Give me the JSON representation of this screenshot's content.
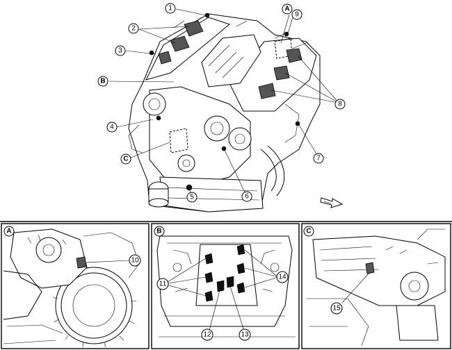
{
  "main_callouts": [
    {
      "id": "c1",
      "label": "1"
    },
    {
      "id": "c2",
      "label": "2"
    },
    {
      "id": "c3",
      "label": "3"
    },
    {
      "id": "c4",
      "label": "4"
    },
    {
      "id": "c5",
      "label": "5"
    },
    {
      "id": "c6",
      "label": "6"
    },
    {
      "id": "c7",
      "label": "7"
    },
    {
      "id": "c8",
      "label": "8"
    },
    {
      "id": "c9",
      "label": "9"
    },
    {
      "id": "cA",
      "label": "A"
    },
    {
      "id": "cB",
      "label": "B"
    },
    {
      "id": "cC",
      "label": "C"
    }
  ],
  "detail_panels": [
    {
      "id": "A",
      "label": "A",
      "callouts": [
        {
          "label": "10"
        }
      ]
    },
    {
      "id": "B",
      "label": "B",
      "callouts": [
        {
          "label": "11"
        },
        {
          "label": "12"
        },
        {
          "label": "13"
        },
        {
          "label": "14"
        }
      ]
    },
    {
      "id": "C",
      "label": "C",
      "callouts": [
        {
          "label": "15"
        }
      ]
    }
  ],
  "icons": {
    "front_arrow": "front-direction-arrow-icon"
  },
  "colors": {
    "ink": "#000000",
    "paper": "#ffffff"
  }
}
